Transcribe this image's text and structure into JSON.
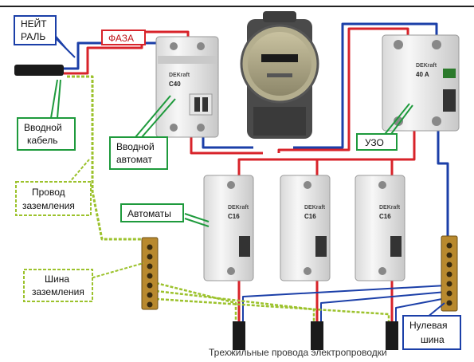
{
  "labels": {
    "neutral_line1": "НЕЙТ",
    "neutral_line2": "РАЛЬ",
    "phase": "ФАЗА",
    "input_cable_line1": "Вводной",
    "input_cable_line2": "кабель",
    "input_breaker_line1": "Вводной",
    "input_breaker_line2": "автомат",
    "rcd": "УЗО",
    "ground_wire_line1": "Провод",
    "ground_wire_line2": "заземления",
    "breakers": "Автоматы",
    "ground_bus_line1": "Шина",
    "ground_bus_line2": "заземления",
    "neutral_bus_line1": "Нулевая",
    "neutral_bus_line2": "шина",
    "caption": "Трехжильные провода электропроводки"
  },
  "devices": {
    "input_breaker_brand": "DEKraft",
    "input_breaker_rating": "C40",
    "rcd_brand": "DEKraft",
    "rcd_rating": "40 A",
    "breaker_brand": "DEKraft",
    "breaker_rating": "C16"
  },
  "colors": {
    "phase_wire": "#d8232a",
    "neutral_wire": "#1b3fa8",
    "ground_wire": "#b9d23a",
    "callout_green": "#1e9a3c",
    "callout_red": "#d8232a",
    "callout_blue": "#1b3fa8"
  }
}
